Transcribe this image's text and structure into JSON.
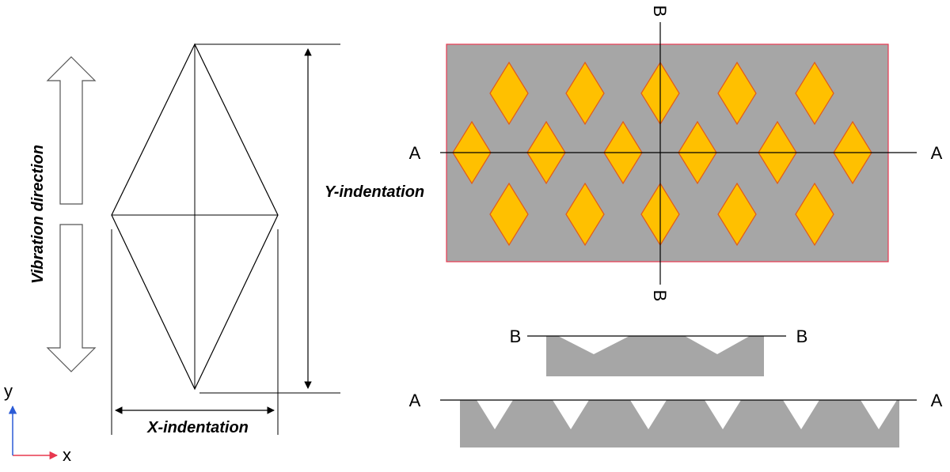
{
  "labels": {
    "vibration_direction": "Vibration direction",
    "y_indentation": "Y-indentation",
    "x_indentation": "X-indentation",
    "section_a": "A",
    "section_b": "B",
    "axis_x": "x",
    "axis_y": "y"
  },
  "colors": {
    "plate_fill": "#a6a6a6",
    "plate_border": "#e8384f",
    "diamond_fill": "#ffc000",
    "diamond_stroke": "#e05a1a",
    "profile_fill": "#a6a6a6",
    "axis_x": "#e8384f",
    "axis_y": "#2b5bd6",
    "line": "#000000"
  }
}
